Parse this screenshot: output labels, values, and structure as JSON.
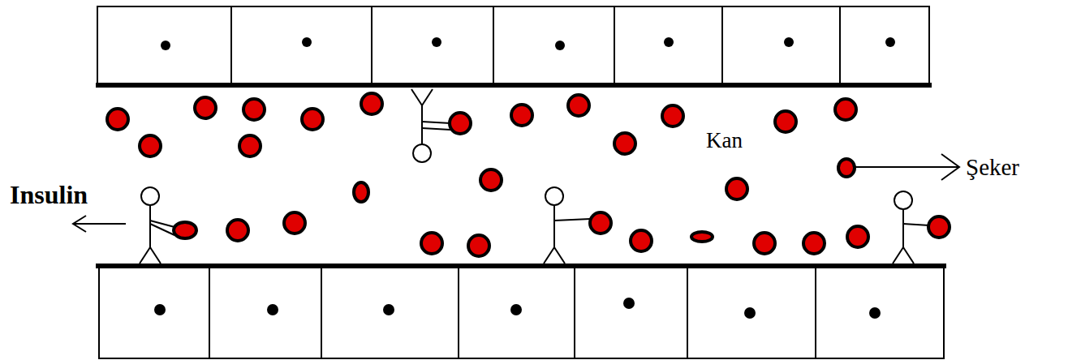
{
  "diagram": {
    "labels": [
      "Insulin",
      "Kan",
      "Şeker"
    ]
  }
}
